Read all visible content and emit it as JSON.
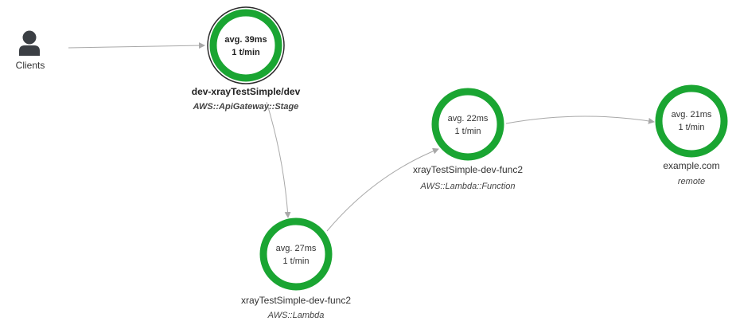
{
  "service_map": {
    "client": {
      "label": "Clients",
      "icon": "user-icon"
    },
    "nodes": [
      {
        "id": "api-gateway",
        "avg": "avg. 39ms",
        "rate": "1 t/min",
        "name": "dev-xrayTestSimple/dev",
        "type": "AWS::ApiGateway::Stage",
        "selected": true,
        "status_color": "#1aa532"
      },
      {
        "id": "lambda",
        "avg": "avg. 27ms",
        "rate": "1 t/min",
        "name": "xrayTestSimple-dev-func2",
        "type": "AWS::Lambda",
        "selected": false,
        "status_color": "#1aa532"
      },
      {
        "id": "lambda-function",
        "avg": "avg. 22ms",
        "rate": "1 t/min",
        "name": "xrayTestSimple-dev-func2",
        "type": "AWS::Lambda::Function",
        "selected": false,
        "status_color": "#1aa532"
      },
      {
        "id": "remote",
        "avg": "avg. 21ms",
        "rate": "1 t/min",
        "name": "example.com",
        "type": "remote",
        "selected": false,
        "status_color": "#1aa532"
      }
    ],
    "edge_color": "#a8a8a8"
  }
}
